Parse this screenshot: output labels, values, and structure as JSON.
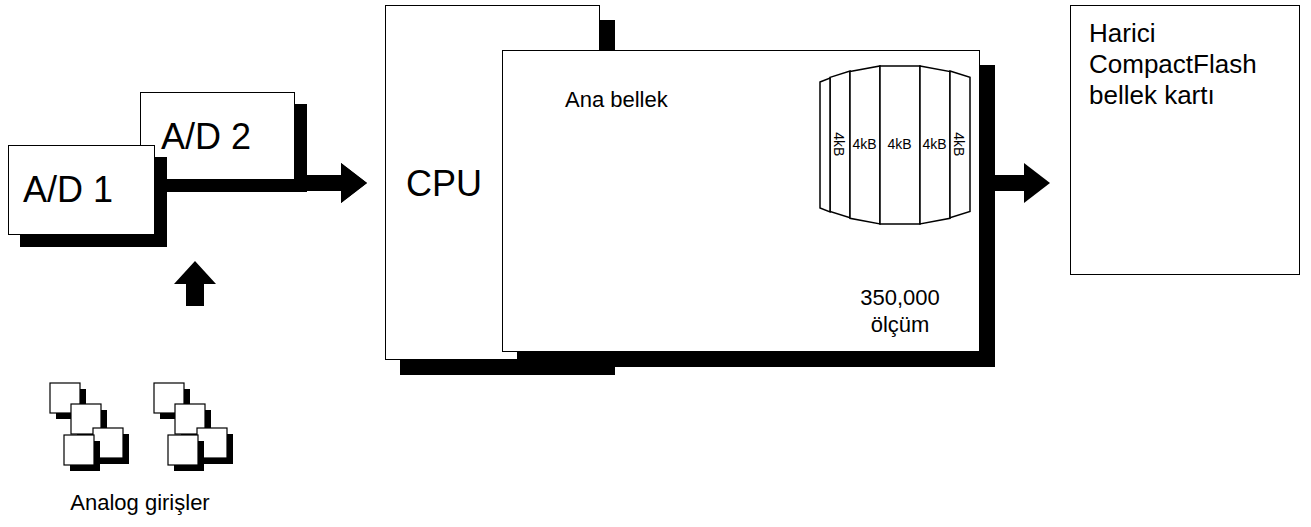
{
  "diagram": {
    "nodes": [
      {
        "text": [
          "A/D 1"
        ]
      },
      {
        "text": [
          "A/D 2"
        ]
      },
      {
        "text": [
          "CPU"
        ]
      },
      {
        "text": [
          "Ana bellek",
          "350,000 ölçüm"
        ]
      },
      {
        "text": [
          "4kB"
        ],
        "in": 3
      },
      {
        "text": [
          "4kB"
        ],
        "in": 3
      },
      {
        "text": [
          "4kB"
        ],
        "in": 3
      },
      {
        "text": [
          "4kB"
        ],
        "in": 3
      },
      {
        "text": [
          "4kB"
        ],
        "in": 3
      },
      {
        "text": [
          "Harici CompactFlash bellek kartı"
        ]
      }
    ],
    "edges": [
      {
        "from": 0,
        "to": 2,
        "arrow": "to"
      },
      {
        "from": 1,
        "to": 2,
        "arrow": "to"
      },
      {
        "from": 3,
        "to": 9,
        "arrow": "to"
      }
    ],
    "labels": [
      "Analog girişler"
    ]
  }
}
